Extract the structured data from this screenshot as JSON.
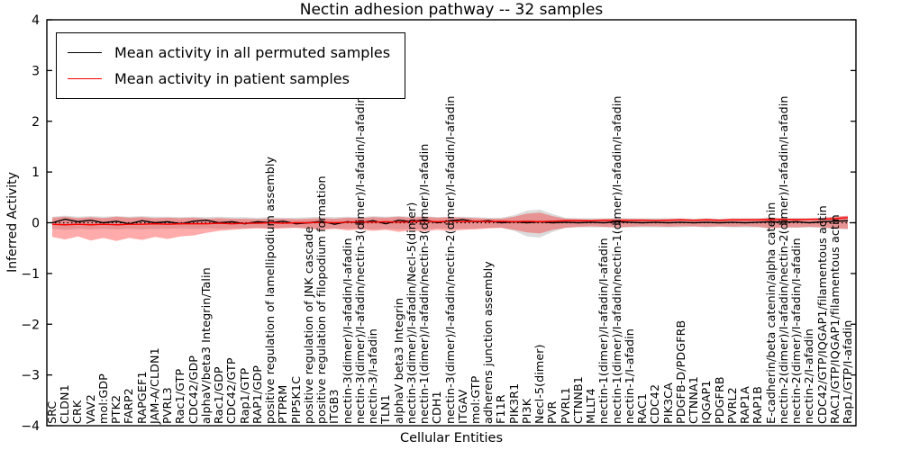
{
  "figure": {
    "title": "Nectin adhesion pathway -- 32 samples"
  },
  "axes": {
    "xlabel": "Cellular Entities",
    "ylabel": "Inferred Activity",
    "ytick_labels": [
      "4",
      "3",
      "2",
      "1",
      "0",
      "−1",
      "−2",
      "−3",
      "−4"
    ]
  },
  "legend": {
    "position": "upper left",
    "entries": [
      {
        "label": "Mean activity in all permuted samples",
        "color": "#000000"
      },
      {
        "label": "Mean activity in patient samples",
        "color": "#ff0000"
      }
    ]
  },
  "chart_data": {
    "type": "line",
    "title": "Nectin adhesion pathway -- 32 samples",
    "xlabel": "Cellular Entities",
    "ylabel": "Inferred Activity",
    "ylim": [
      -4,
      4
    ],
    "yticks": [
      4,
      3,
      2,
      1,
      0,
      -1,
      -2,
      -3,
      -4
    ],
    "grid": false,
    "legend_position": "upper left",
    "zero_line": {
      "y": 0,
      "style": "dotted",
      "color": "#000000"
    },
    "categories": [
      "SRC",
      "CLDN1",
      "CRK",
      "VAV2",
      "mol:GDP",
      "PTK2",
      "FARP2",
      "RAPGEF1",
      "JAM-A/CLDN1",
      "PVRL3",
      "Rac1/GTP",
      "CDC42/GDP",
      "alphaV/beta3 Integrin/Talin",
      "Rac1/GDP",
      "CDC42/GTP",
      "Rap1/GTP",
      "RAP1/GDP",
      "positive regulation of lamellipodium assembly",
      "PTPRM",
      "PIP5K1C",
      "positive regulation of JNK cascade",
      "positive regulation of filopodium formation",
      "ITGB3",
      "nectin-3(dimer)/I-afadin/I-afadin",
      "nectin-3(dimer)/I-afadin/nectin-3(dimer)/I-afadin/I-afadin",
      "nectin-3/I-afadin",
      "TLN1",
      "alphaV beta3 Integrin",
      "nectin-3(dimer)/I-afadin/Necl-5(dimer)",
      "nectin-1(dimer)/I-afadin/nectin-3(dimer)/I-afadin",
      "CDH1",
      "nectin-3(dimer)/I-afadin/nectin-2(dimer)/I-afadin/I-afadin",
      "ITGAV",
      "mol:GTP",
      "adherens junction assembly",
      "F11R",
      "PIK3R1",
      "PI3K",
      "Necl-5(dimer)",
      "PVR",
      "PVRL1",
      "CTNNB1",
      "MLLT4",
      "nectin-1(dimer)/I-afadin/I-afadin",
      "nectin-1(dimer)/I-afadin/nectin-1(dimer)/I-afadin/I-afadin",
      "nectin-1/I-afadin",
      "RAC1",
      "CDC42",
      "PIK3CA",
      "PDGFB-D/PDGFRB",
      "CTNNA1",
      "IQGAP1",
      "PDGFRB",
      "PVRL2",
      "RAP1A",
      "RAP1B",
      "E-cadherin/beta catenin/alpha catenin",
      "nectin-2(dimer)/I-afadin/nectin-2(dimer)/I-afadin/I-afadin",
      "nectin-2(dimer)/I-afadin/I-afadin",
      "nectin-2/I-afadin",
      "CDC42/GTP/IQGAP1/filamentous actin",
      "RAC1/GTP/IQGAP1/filamentous actin",
      "Rap1/GTP/I-afadin"
    ],
    "series": [
      {
        "name": "Permuted samples band",
        "type": "band",
        "fill": "#999999",
        "opacity": 0.35,
        "upper": [
          0.12,
          0.14,
          0.12,
          0.13,
          0.12,
          0.13,
          0.12,
          0.13,
          0.12,
          0.12,
          0.11,
          0.12,
          0.11,
          0.12,
          0.11,
          0.11,
          0.1,
          0.11,
          0.1,
          0.1,
          0.11,
          0.12,
          0.11,
          0.12,
          0.11,
          0.13,
          0.12,
          0.13,
          0.12,
          0.13,
          0.11,
          0.12,
          0.12,
          0.11,
          0.1,
          0.1,
          0.15,
          0.24,
          0.26,
          0.17,
          0.1,
          0.09,
          0.09,
          0.09,
          0.1,
          0.09,
          0.09,
          0.09,
          0.09,
          0.09,
          0.08,
          0.09,
          0.08,
          0.09,
          0.09,
          0.09,
          0.11,
          0.09,
          0.1,
          0.09,
          0.1,
          0.12,
          0.13
        ],
        "lower": [
          -0.12,
          -0.14,
          -0.12,
          -0.13,
          -0.12,
          -0.13,
          -0.12,
          -0.13,
          -0.12,
          -0.12,
          -0.11,
          -0.12,
          -0.11,
          -0.12,
          -0.11,
          -0.11,
          -0.1,
          -0.11,
          -0.1,
          -0.1,
          -0.11,
          -0.12,
          -0.11,
          -0.12,
          -0.11,
          -0.13,
          -0.12,
          -0.13,
          -0.12,
          -0.13,
          -0.11,
          -0.12,
          -0.12,
          -0.11,
          -0.1,
          -0.1,
          -0.16,
          -0.27,
          -0.29,
          -0.18,
          -0.1,
          -0.09,
          -0.09,
          -0.09,
          -0.1,
          -0.09,
          -0.09,
          -0.09,
          -0.09,
          -0.09,
          -0.08,
          -0.09,
          -0.08,
          -0.09,
          -0.09,
          -0.09,
          -0.11,
          -0.09,
          -0.1,
          -0.09,
          -0.1,
          -0.12,
          -0.13
        ]
      },
      {
        "name": "Patient samples band",
        "type": "band",
        "fill": "#ff0000",
        "opacity": 0.33,
        "upper": [
          0.1,
          0.12,
          0.09,
          0.11,
          0.09,
          0.12,
          0.1,
          0.11,
          0.09,
          0.1,
          0.09,
          0.1,
          0.08,
          0.09,
          0.08,
          0.08,
          0.07,
          0.08,
          0.08,
          0.07,
          0.08,
          0.09,
          0.08,
          0.1,
          0.09,
          0.11,
          0.1,
          0.12,
          0.1,
          0.12,
          0.1,
          0.11,
          0.1,
          0.09,
          0.08,
          0.08,
          0.12,
          0.18,
          0.2,
          0.13,
          0.08,
          0.07,
          0.06,
          0.07,
          0.08,
          0.07,
          0.07,
          0.06,
          0.07,
          0.07,
          0.06,
          0.07,
          0.06,
          0.07,
          0.07,
          0.07,
          0.1,
          0.08,
          0.08,
          0.08,
          0.09,
          0.12,
          0.14
        ],
        "lower": [
          -0.28,
          -0.33,
          -0.27,
          -0.35,
          -0.3,
          -0.36,
          -0.3,
          -0.34,
          -0.28,
          -0.32,
          -0.27,
          -0.25,
          -0.2,
          -0.16,
          -0.14,
          -0.12,
          -0.11,
          -0.12,
          -0.11,
          -0.1,
          -0.12,
          -0.14,
          -0.12,
          -0.15,
          -0.13,
          -0.16,
          -0.14,
          -0.18,
          -0.15,
          -0.17,
          -0.14,
          -0.16,
          -0.14,
          -0.13,
          -0.11,
          -0.1,
          -0.14,
          -0.19,
          -0.21,
          -0.14,
          -0.1,
          -0.08,
          -0.07,
          -0.08,
          -0.09,
          -0.08,
          -0.07,
          -0.07,
          -0.08,
          -0.07,
          -0.07,
          -0.08,
          -0.07,
          -0.08,
          -0.07,
          -0.08,
          -0.11,
          -0.09,
          -0.09,
          -0.08,
          -0.09,
          -0.11,
          -0.12
        ]
      },
      {
        "name": "Mean activity in all permuted samples",
        "type": "line",
        "color": "#000000",
        "values": [
          0.0,
          0.07,
          0.02,
          0.05,
          0.0,
          0.03,
          -0.02,
          0.04,
          0.0,
          0.02,
          -0.02,
          0.03,
          0.05,
          0.0,
          0.02,
          -0.02,
          0.02,
          0.0,
          0.03,
          -0.02,
          0.0,
          0.03,
          -0.03,
          0.02,
          0.0,
          0.04,
          -0.02,
          0.05,
          0.02,
          0.06,
          0.0,
          0.04,
          0.06,
          0.02,
          0.04,
          0.0,
          0.02,
          0.0,
          0.02,
          0.0,
          0.01,
          0.0,
          0.01,
          0.0,
          0.02,
          0.01,
          0.0,
          0.01,
          0.0,
          0.01,
          0.0,
          0.01,
          0.0,
          0.01,
          0.0,
          0.01,
          0.02,
          0.01,
          0.02,
          0.0,
          0.02,
          0.03,
          0.04
        ]
      },
      {
        "name": "Mean activity in patient samples",
        "type": "line",
        "color": "#ff0000",
        "values": [
          -0.03,
          -0.04,
          -0.03,
          -0.04,
          -0.03,
          -0.04,
          -0.03,
          -0.03,
          -0.02,
          -0.03,
          -0.02,
          -0.02,
          -0.02,
          -0.01,
          -0.02,
          -0.01,
          -0.01,
          0.0,
          -0.01,
          0.0,
          0.0,
          0.01,
          0.0,
          0.01,
          0.02,
          0.01,
          0.02,
          0.01,
          0.02,
          0.03,
          0.02,
          0.03,
          0.02,
          0.03,
          0.02,
          0.03,
          0.02,
          0.03,
          0.02,
          0.03,
          0.04,
          0.04,
          0.04,
          0.05,
          0.04,
          0.05,
          0.05,
          0.05,
          0.05,
          0.06,
          0.05,
          0.06,
          0.05,
          0.06,
          0.06,
          0.06,
          0.06,
          0.07,
          0.06,
          0.07,
          0.07,
          0.08,
          0.1
        ]
      }
    ]
  }
}
